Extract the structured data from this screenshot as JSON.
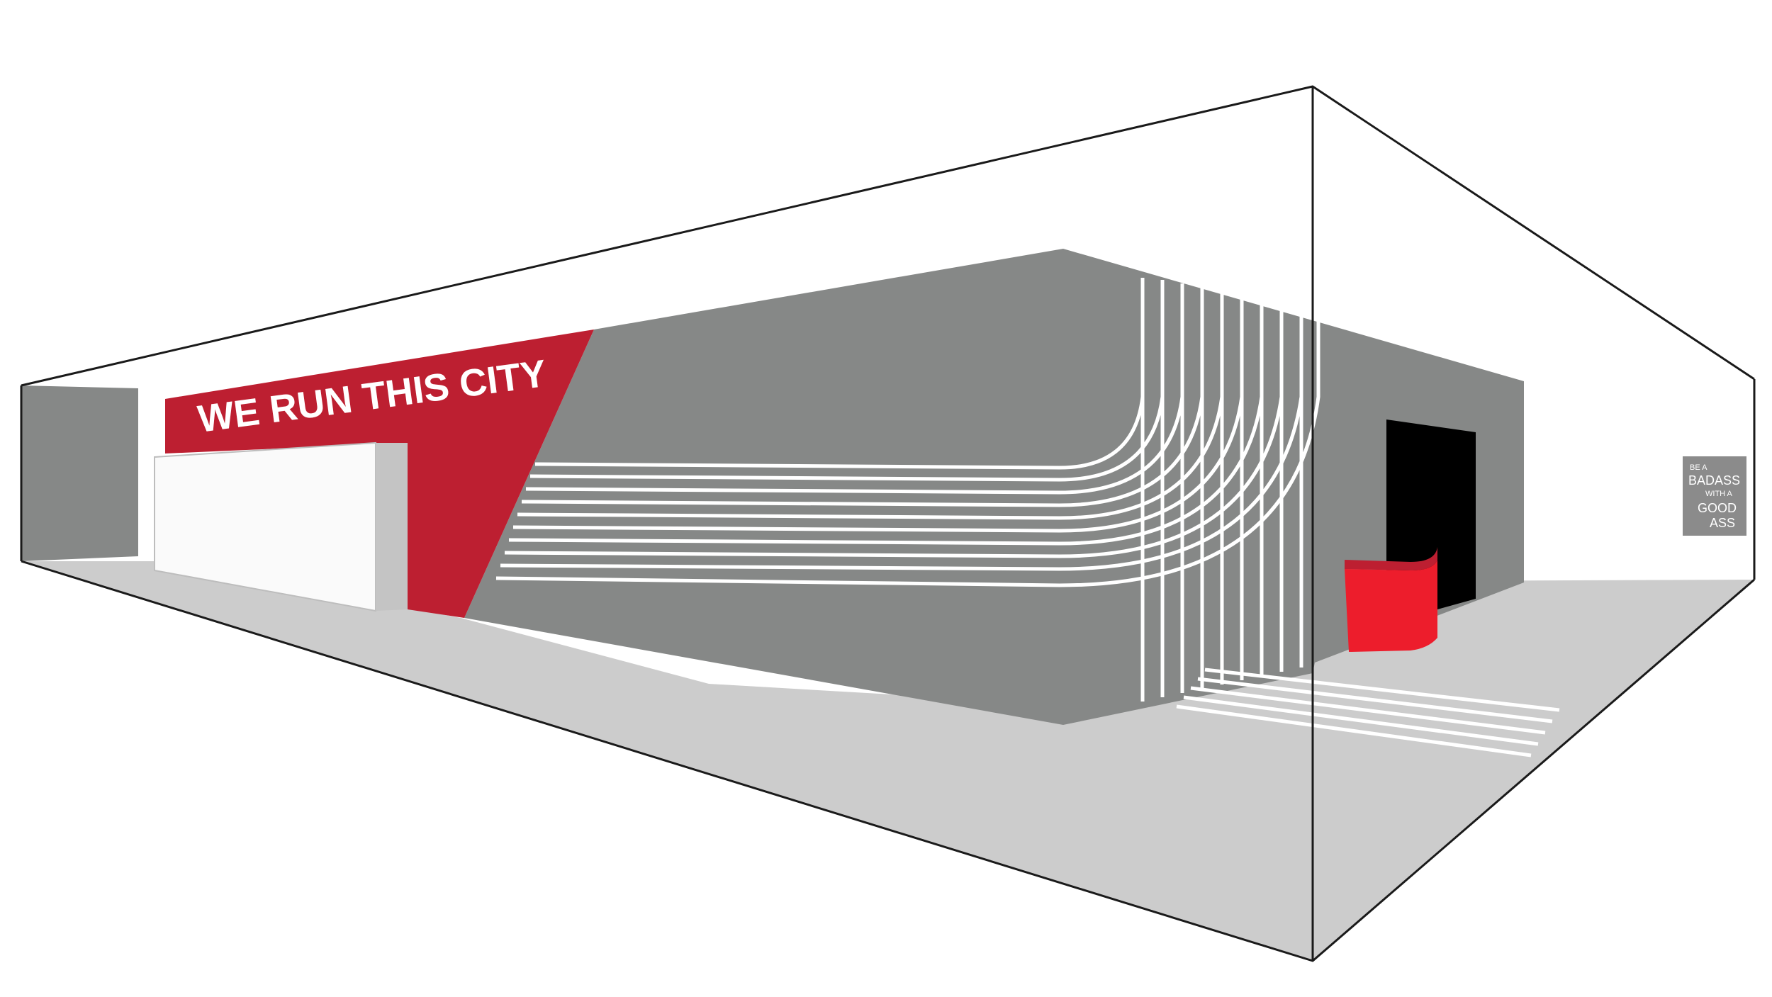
{
  "scene": {
    "slogan": "WE RUN THIS CITY",
    "wall_sign": {
      "lines": [
        "BE A",
        "BADASS",
        "WITH A",
        "GOOD",
        "ASS"
      ]
    }
  },
  "colors": {
    "background": "#ffffff",
    "floor": "#cccccc",
    "wall_gray": "#868887",
    "banner_red": "#bd1f31",
    "counter_red": "#ed1d2c",
    "counter_top_red": "#bd1f31",
    "doorway": "#000000",
    "outline": "#1a1a1a",
    "sign_panel": "#8b8b8b",
    "stripes": "#ffffff"
  },
  "icons": {
    "reception_counter": "counter-icon",
    "doorway": "doorway-icon"
  }
}
